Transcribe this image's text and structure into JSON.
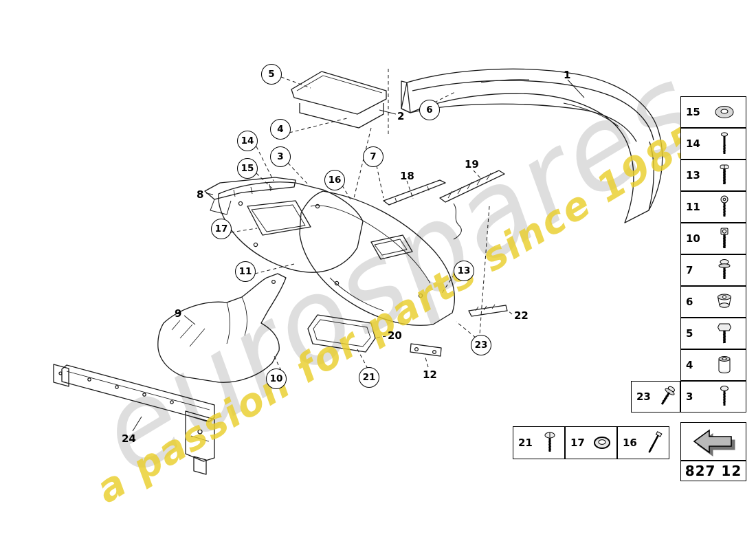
{
  "watermark": {
    "brand": "eurospares",
    "tagline": "a passion for parts since 1985"
  },
  "part_code": "827 12",
  "callouts": [
    "1",
    "2",
    "3",
    "4",
    "5",
    "6",
    "7",
    "8",
    "9",
    "10",
    "11",
    "12",
    "13",
    "14",
    "15",
    "16",
    "17",
    "18",
    "19",
    "20",
    "21",
    "22",
    "23",
    "24"
  ],
  "sidebar_items": [
    {
      "label": "15",
      "icon": "washer-icon"
    },
    {
      "label": "14",
      "icon": "long-bolt-icon"
    },
    {
      "label": "13",
      "icon": "pan-head-screw-icon"
    },
    {
      "label": "11",
      "icon": "torx-screw-icon"
    },
    {
      "label": "10",
      "icon": "socket-head-bolt-icon"
    },
    {
      "label": "7",
      "icon": "shoulder-screw-icon"
    },
    {
      "label": "6",
      "icon": "grommet-nut-icon"
    },
    {
      "label": "5",
      "icon": "hex-bolt-icon"
    },
    {
      "label": "4",
      "icon": "spacer-bushing-icon"
    },
    {
      "label": "3",
      "icon": "oval-head-screw-icon"
    }
  ],
  "extra_box": {
    "label": "23",
    "icon": "flanged-bolt-icon"
  },
  "bottom_items": [
    {
      "label": "21",
      "icon": "round-head-screw-icon"
    },
    {
      "label": "17",
      "icon": "grommet-icon"
    },
    {
      "label": "16",
      "icon": "hex-bolt-icon"
    }
  ]
}
